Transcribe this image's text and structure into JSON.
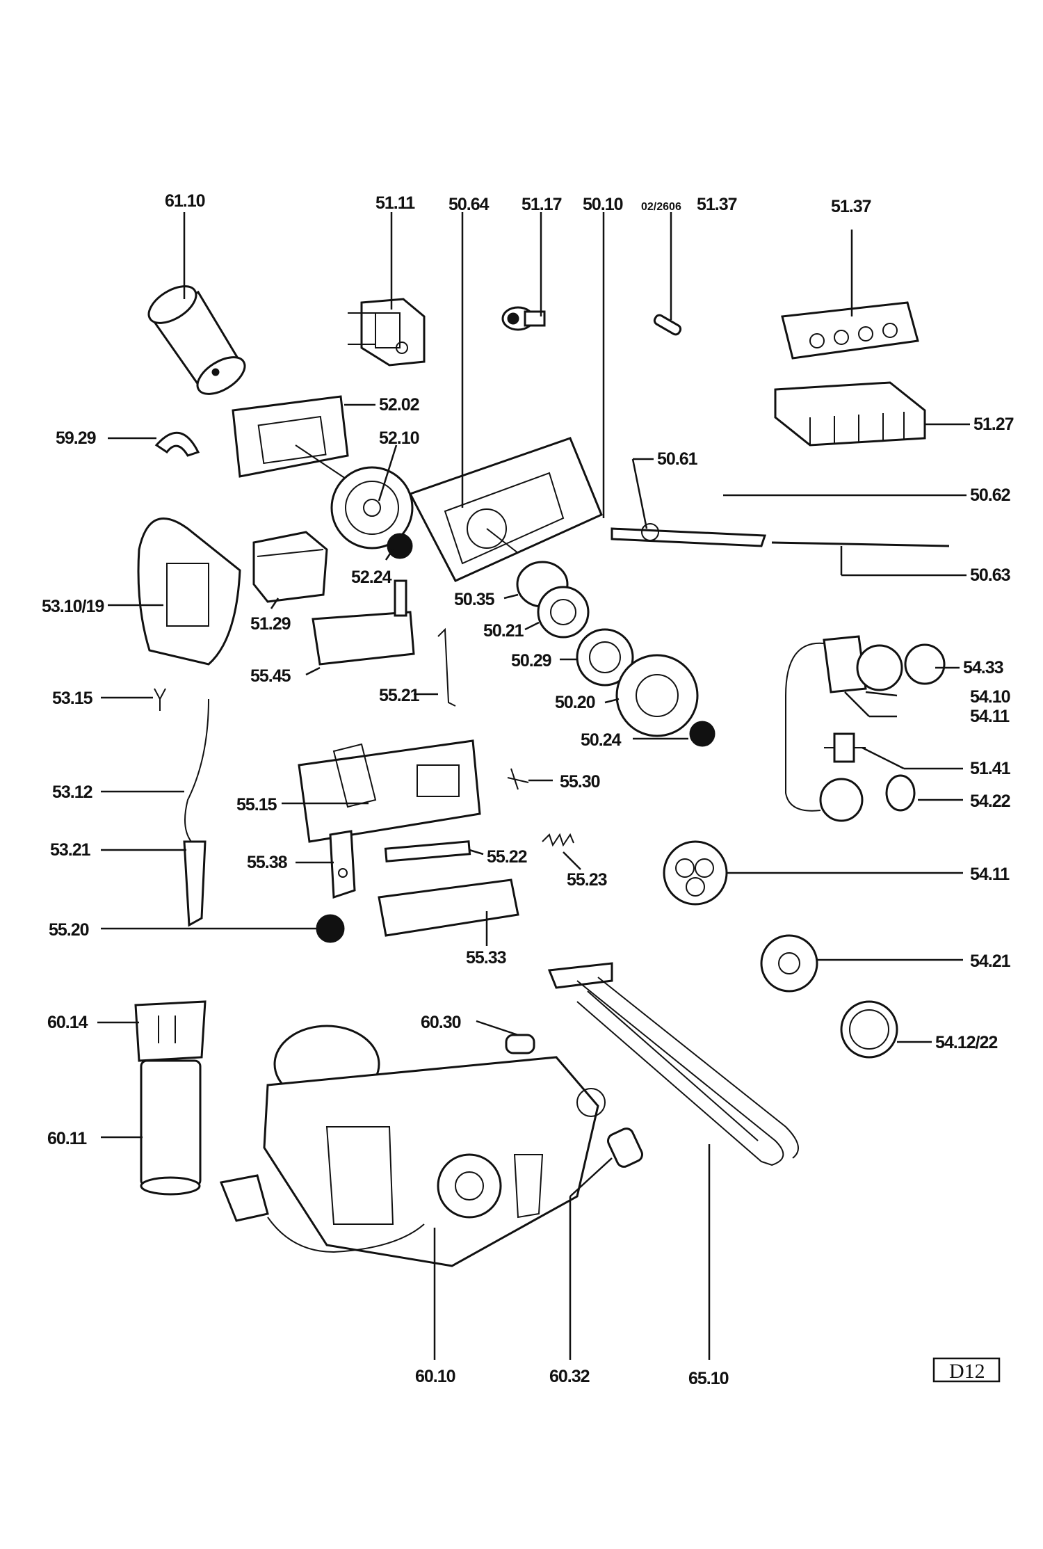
{
  "labels": {
    "l6110": "61.10",
    "l5111": "51.11",
    "l5064": "50.64",
    "l5117": "51.17",
    "l5010": "50.10",
    "l0226": "02/2606",
    "l5137a": "51.37",
    "l5137b": "51.37",
    "l5202": "52.02",
    "l5929": "59.29",
    "l5210": "52.10",
    "l5127": "51.27",
    "l5061": "50.61",
    "l5062": "50.62",
    "l5063": "50.63",
    "l5224": "52.24",
    "l5310": "53.10/19",
    "l5129": "51.29",
    "l5035": "50.35",
    "l5021": "50.21",
    "l5029": "50.29",
    "l5433": "54.33",
    "l5410": "54.10",
    "l5411a": "54.11",
    "l5545": "55.45",
    "l5521": "55.21",
    "l5315": "53.15",
    "l5020": "50.20",
    "l5024": "50.24",
    "l5141": "51.41",
    "l5312": "53.12",
    "l5530": "55.30",
    "l5422": "54.22",
    "l5515": "55.15",
    "l5321": "53.21",
    "l5522": "55.22",
    "l5538": "55.38",
    "l5523": "55.23",
    "l5411b": "54.11",
    "l5520": "55.20",
    "l5533": "55.33",
    "l5421": "54.21",
    "l6014": "60.14",
    "l6030": "60.30",
    "l5412": "54.12/22",
    "l6011": "60.11",
    "l6010": "60.10",
    "l6032": "60.32",
    "l6510": "65.10"
  },
  "page_code": "D12"
}
